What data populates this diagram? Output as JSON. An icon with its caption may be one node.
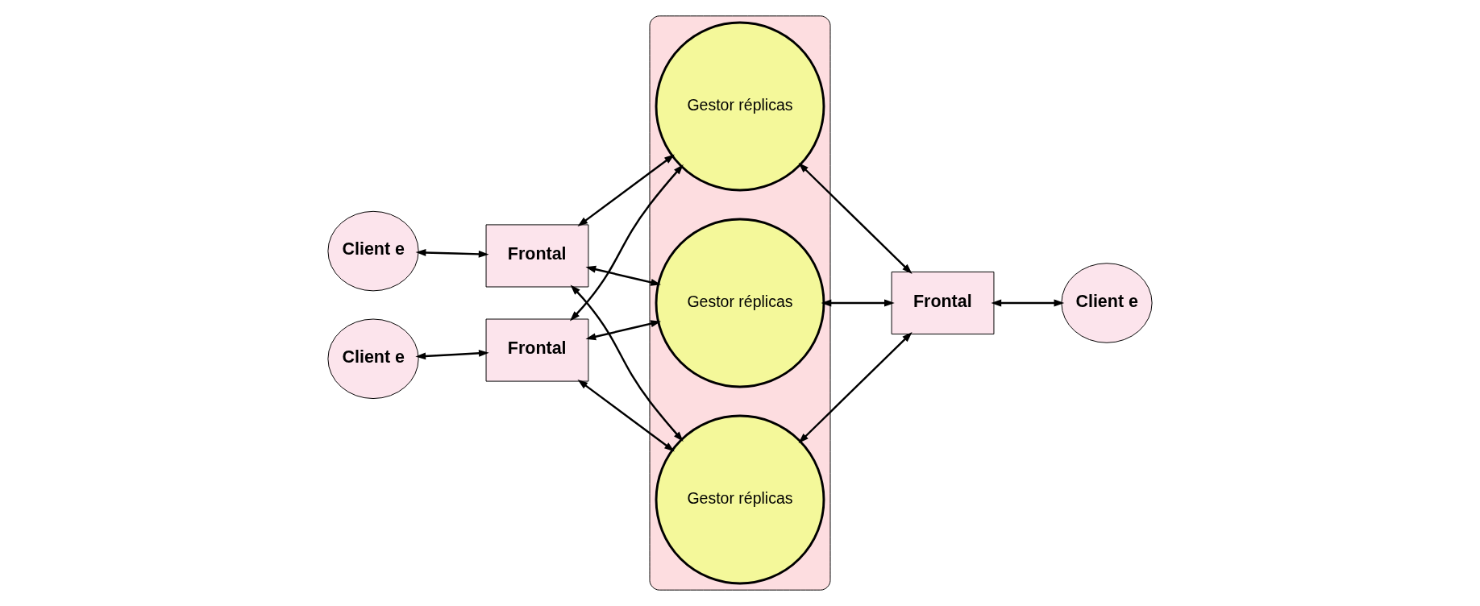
{
  "diagram": {
    "nodes": [
      {
        "text": [],
        "shape": "cloud"
      },
      {
        "text": [
          "Client e"
        ]
      },
      {
        "text": [
          "Frontal"
        ]
      },
      {
        "text": [
          "Client e"
        ]
      },
      {
        "text": [
          "Frontal"
        ]
      },
      {
        "text": [
          "Gestor réplicas"
        ],
        "in": 0
      },
      {
        "text": [
          "Gestor réplicas"
        ],
        "in": 0
      },
      {
        "text": [
          "Gestor réplicas"
        ],
        "in": 0
      },
      {
        "text": [
          "Frontal"
        ]
      },
      {
        "text": [
          "Client e"
        ]
      }
    ],
    "edges": [
      {
        "from": 1,
        "to": 2,
        "arrow": "both"
      },
      {
        "from": 3,
        "to": 4,
        "arrow": "both"
      },
      {
        "from": 2,
        "to": 5,
        "arrow": "both"
      },
      {
        "from": 2,
        "to": 6,
        "arrow": "both"
      },
      {
        "from": 2,
        "to": 7,
        "arrow": "both"
      },
      {
        "from": 4,
        "to": 5,
        "arrow": "both"
      },
      {
        "from": 4,
        "to": 6,
        "arrow": "both"
      },
      {
        "from": 4,
        "to": 7,
        "arrow": "both"
      },
      {
        "from": 5,
        "to": 8,
        "arrow": "both"
      },
      {
        "from": 6,
        "to": 8,
        "arrow": "both"
      },
      {
        "from": 7,
        "to": 8,
        "arrow": "both"
      },
      {
        "from": 8,
        "to": 9,
        "arrow": "both"
      }
    ]
  }
}
